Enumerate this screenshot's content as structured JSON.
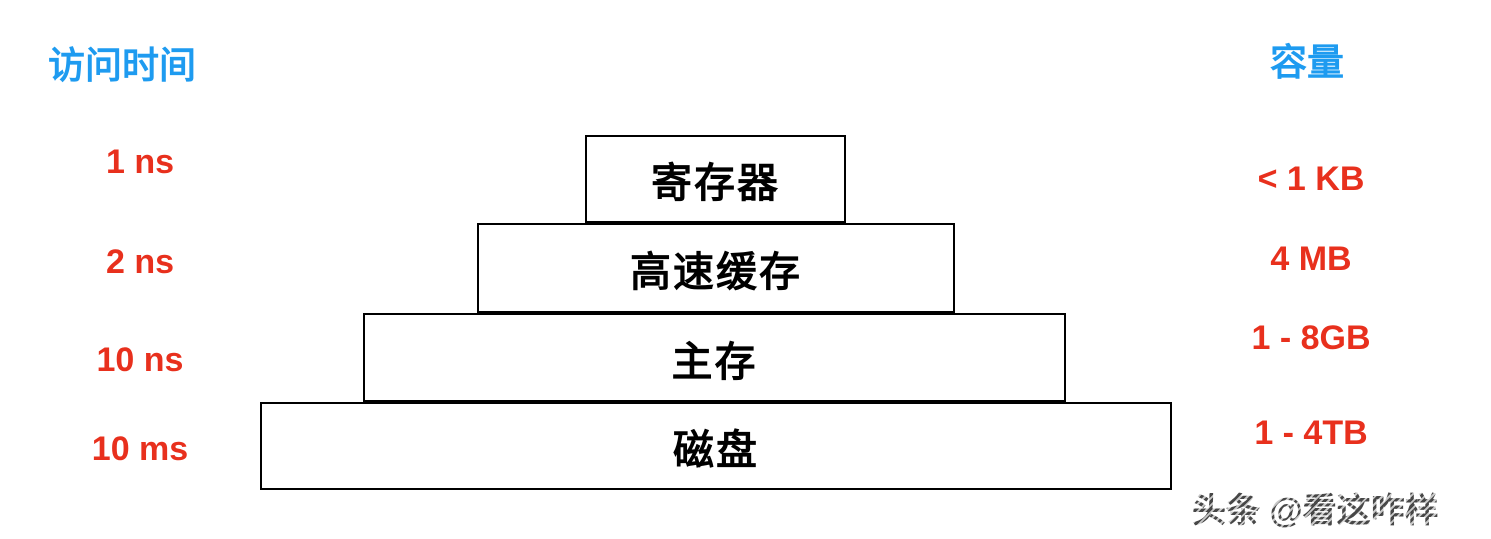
{
  "diagram": {
    "title_implicit": "memory-hierarchy-pyramid",
    "background_color": "#ffffff",
    "header_color": "#1E9BF0",
    "value_color": "#E8301D",
    "box_border_color": "#000000"
  },
  "headers": {
    "access_time": "访问时间",
    "capacity": "容量"
  },
  "levels": [
    {
      "name": "寄存器",
      "access_time": "1 ns",
      "capacity": "< 1 KB"
    },
    {
      "name": "高速缓存",
      "access_time": "2 ns",
      "capacity": "4 MB"
    },
    {
      "name": "主存",
      "access_time": "10 ns",
      "capacity": "1 - 8GB"
    },
    {
      "name": "磁盘",
      "access_time": "10 ms",
      "capacity": "1 - 4TB"
    }
  ],
  "watermark": "头条 @看这咋样"
}
